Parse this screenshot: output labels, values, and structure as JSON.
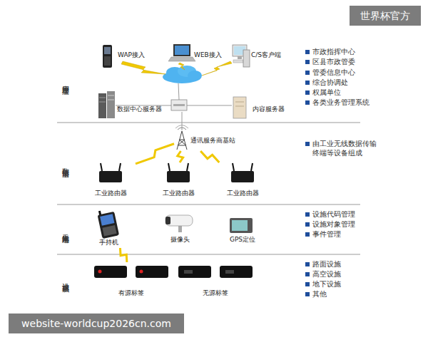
{
  "diagram": {
    "nodes": [
      {
        "text": [
          "应用管理层"
        ]
      },
      {
        "text": [
          "WAP接入"
        ],
        "in": 0
      },
      {
        "text": [
          "WEB接入"
        ],
        "in": 0
      },
      {
        "text": [
          "C/S客户端"
        ],
        "in": 0
      },
      {
        "text": [
          "数据中心服务器"
        ],
        "in": 0
      },
      {
        "text": [
          "内容服务器"
        ],
        "in": 0
      },
      {
        "text": [
          "数据传输层"
        ]
      },
      {
        "text": [
          "通讯服务商基站"
        ],
        "in": 6
      },
      {
        "text": [
          "工业路由器"
        ],
        "in": 6
      },
      {
        "text": [
          "工业路由器"
        ],
        "in": 6
      },
      {
        "text": [
          "工业路由器"
        ],
        "in": 6
      },
      {
        "text": [
          "采集终端层"
        ]
      },
      {
        "text": [
          "手持机"
        ],
        "in": 11
      },
      {
        "text": [
          "摄像头"
        ],
        "in": 11
      },
      {
        "text": [
          "GPS定位"
        ],
        "in": 11
      },
      {
        "text": [
          "设施标识层"
        ]
      },
      {
        "text": [
          "有源标签"
        ],
        "in": 15
      },
      {
        "text": [
          "无源标签"
        ],
        "in": 15
      }
    ],
    "edges": [
      {
        "from": 7,
        "to": 8,
        "arrow": "none"
      },
      {
        "from": 7,
        "to": 9,
        "arrow": "none"
      },
      {
        "from": 7,
        "to": 10,
        "arrow": "none"
      },
      {
        "from": 12,
        "to": 16,
        "arrow": "none"
      }
    ],
    "labels": [
      "世界杯官方",
      "市政指挥中心",
      "区县市政管委",
      "管委信息中心",
      "综合协调处",
      "权属单位",
      "各类业务管理系统",
      "由工业无线数据传输终端等设备组成",
      "设施代码管理",
      "设施对象管理",
      "事件管理",
      "路面设施",
      "高空设施",
      "地下设施",
      "其他",
      "website-worldcup2026cn.com"
    ]
  }
}
